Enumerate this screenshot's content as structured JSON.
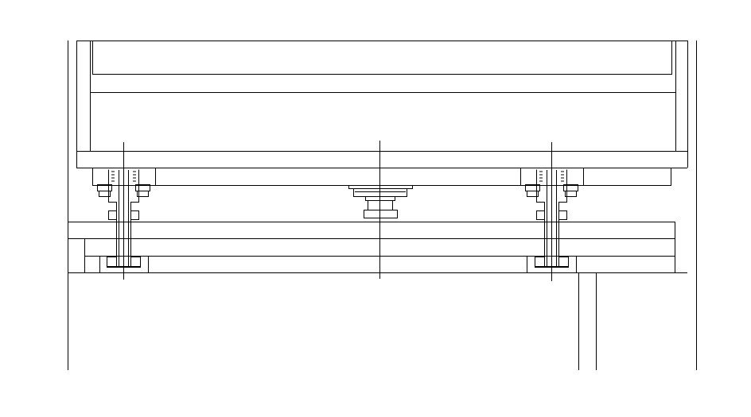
{
  "drawing": {
    "background": "#ffffff",
    "line_color": "#000000",
    "text_labels": [],
    "components": {
      "bolt_assemblies": 2,
      "center_support": 1,
      "centerlines": 3
    }
  }
}
